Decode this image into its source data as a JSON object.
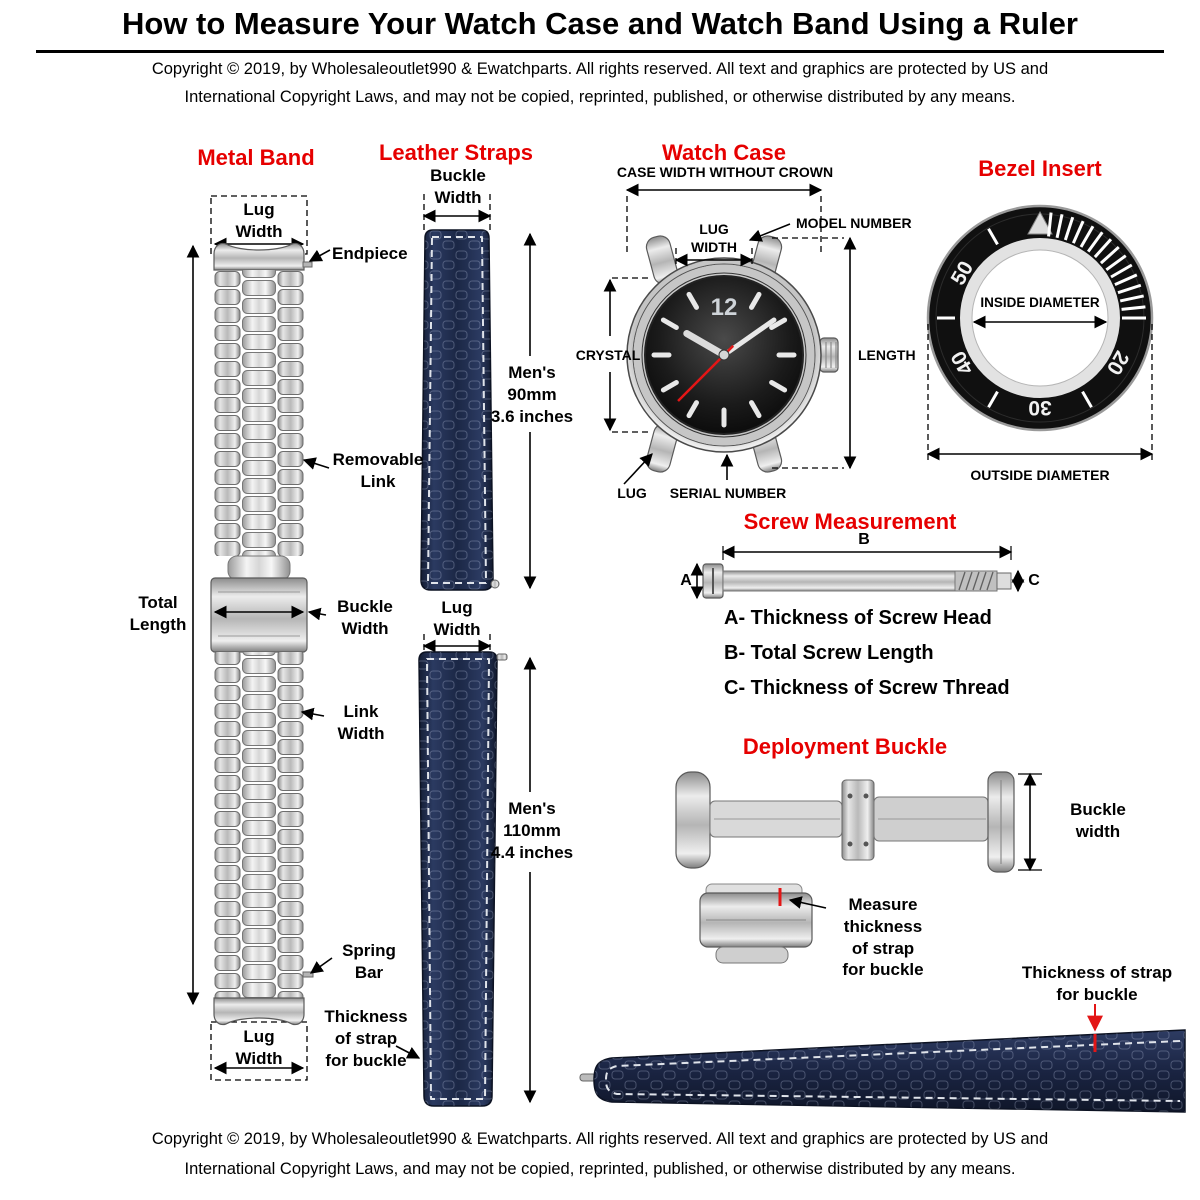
{
  "page": {
    "title": "How to Measure Your Watch Case and Watch Band Using a Ruler",
    "copyright_line1": "Copyright  ©  2019, by Wholesaleoutlet990 & Ewatchparts. All rights reserved. All text and graphics are protected by US and",
    "copyright_line2": "International Copyright Laws, and may not be copied, reprinted, published, or otherwise distributed by any  means."
  },
  "colors": {
    "heading_red": "#e60000",
    "strap_navy": "#1d2a4a",
    "steel_gray": "#c9c9c9",
    "arrow_red": "#e31616"
  },
  "metal_band": {
    "heading": "Metal Band",
    "lug_width_top": {
      "l1": "Lug",
      "l2": "Width"
    },
    "endpiece": "Endpiece",
    "removable_link": {
      "l1": "Removable",
      "l2": "Link"
    },
    "total_length": {
      "l1": "Total",
      "l2": "Length"
    },
    "buckle_width": {
      "l1": "Buckle",
      "l2": "Width"
    },
    "link_width": {
      "l1": "Link",
      "l2": "Width"
    },
    "spring_bar": {
      "l1": "Spring",
      "l2": "Bar"
    },
    "lug_width_bottom": {
      "l1": "Lug",
      "l2": "Width"
    }
  },
  "leather_straps": {
    "heading": "Leather Straps",
    "buckle_width": {
      "l1": "Buckle",
      "l2": "Width"
    },
    "mens_short": {
      "l1": "Men's",
      "l2": "90mm",
      "l3": "3.6 inches"
    },
    "lug_width": {
      "l1": "Lug",
      "l2": "Width"
    },
    "mens_long": {
      "l1": "Men's",
      "l2": "110mm",
      "l3": "4.4 inches"
    },
    "thickness": {
      "l1": "Thickness",
      "l2": "of strap",
      "l3": "for buckle"
    }
  },
  "watch_case": {
    "heading": "Watch Case",
    "case_width": "CASE WIDTH WITHOUT CROWN",
    "model_number": "MODEL NUMBER",
    "lug_width": {
      "l1": "LUG",
      "l2": "WIDTH"
    },
    "crystal": "CRYSTAL",
    "length": "LENGTH",
    "lug": "LUG",
    "serial_number": "SERIAL NUMBER",
    "dial_numeral": "12"
  },
  "bezel": {
    "heading": "Bezel Insert",
    "inside_diameter": "INSIDE DIAMETER",
    "outside_diameter": "OUTSIDE DIAMETER",
    "numbers": {
      "n20": "20",
      "n30": "30",
      "n40": "40",
      "n50": "50"
    }
  },
  "screw": {
    "heading": "Screw Measurement",
    "label_a": "A",
    "label_b": "B",
    "label_c": "C",
    "line_a": "A- Thickness of Screw Head",
    "line_b": "B- Total Screw Length",
    "line_c": "C- Thickness of Screw Thread"
  },
  "deployment": {
    "heading": "Deployment Buckle",
    "buckle_width": {
      "l1": "Buckle",
      "l2": "width"
    },
    "measure": {
      "l1": "Measure",
      "l2": "thickness",
      "l3": "of strap",
      "l4": "for buckle"
    }
  },
  "bottom_strap": {
    "thickness": {
      "l1": "Thickness of strap",
      "l2": "for buckle"
    }
  }
}
